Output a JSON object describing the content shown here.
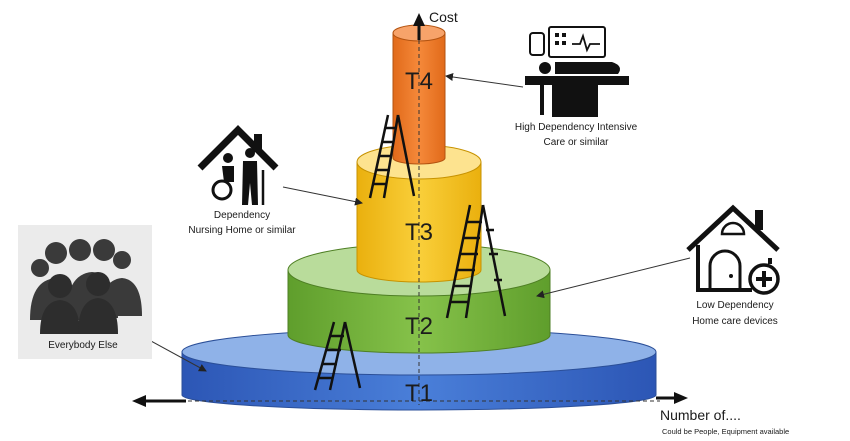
{
  "axis": {
    "y_label": "Cost",
    "x_label": "Number of....",
    "x_sublabel": "Could be People, Equipment available"
  },
  "tiers": [
    {
      "id": "T1",
      "label": "T1",
      "color": "#3e6ecf"
    },
    {
      "id": "T2",
      "label": "T2",
      "color": "#79b93f"
    },
    {
      "id": "T3",
      "label": "T3",
      "color": "#f5c11c"
    },
    {
      "id": "T4",
      "label": "T4",
      "color": "#ef7a2a"
    }
  ],
  "groups": {
    "everybody": {
      "label": "Everybody Else",
      "icon": "crowd-icon"
    },
    "low": {
      "line1": "Low Dependency",
      "line2": "Home care devices",
      "icon": "home-care-icon"
    },
    "nursing": {
      "line1": "Dependency",
      "line2": "Nursing Home or similar",
      "icon": "nursing-home-icon"
    },
    "intensive": {
      "line1": "High Dependency Intensive",
      "line2": "Care or similar",
      "icon": "intensive-care-icon"
    }
  }
}
